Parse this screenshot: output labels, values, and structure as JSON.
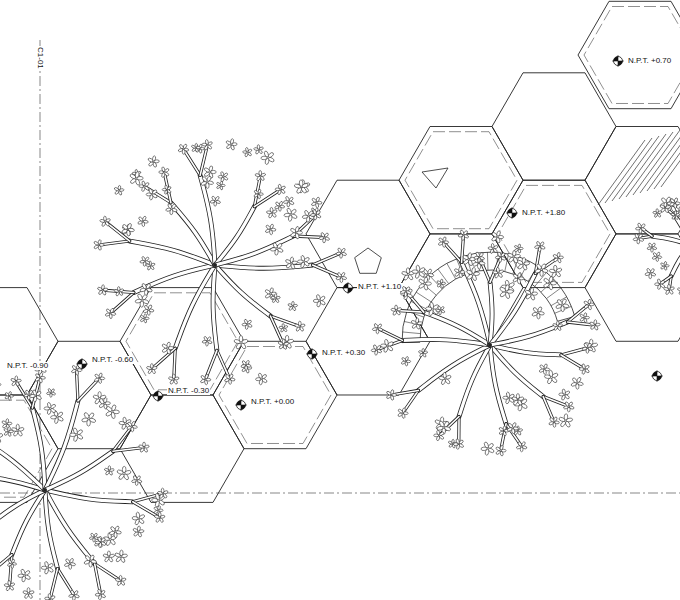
{
  "diagram": {
    "labels": [
      "C1-01",
      "N.P.T. +0.70",
      "N.P.T. +1.80",
      "N.P.T. +1.10",
      "N.P.T. -0.90",
      "N.P.T. -0.60",
      "N.P.T. +0.30",
      "N.P.T. -0.30",
      "N.P.T. +0.00"
    ]
  }
}
